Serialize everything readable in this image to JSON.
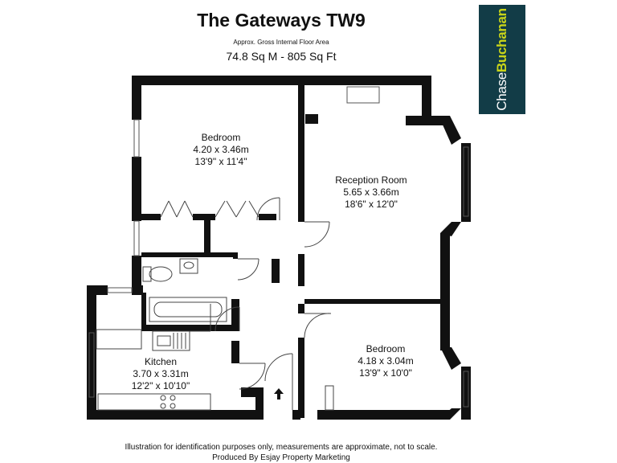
{
  "header": {
    "title": "The Gateways TW9",
    "subtitle": "Approx. Gross Internal Floor Area",
    "area": "74.8 Sq M - 805 Sq Ft"
  },
  "logo": {
    "part1": "Chase",
    "part2": "Buchanan"
  },
  "rooms": {
    "bedroom1": {
      "name": "Bedroom",
      "metric": "4.20 x 3.46m",
      "imperial": "13'9\" x 11'4\""
    },
    "reception": {
      "name": "Reception Room",
      "metric": "5.65 x 3.66m",
      "imperial": "18'6\" x 12'0\""
    },
    "kitchen": {
      "name": "Kitchen",
      "metric": "3.70 x 3.31m",
      "imperial": "12'2\" x 10'10\""
    },
    "bedroom2": {
      "name": "Bedroom",
      "metric": "4.18 x 3.04m",
      "imperial": "13'9\" x 10'0\""
    }
  },
  "footer": {
    "disclaimer": "Illustration for identification purposes only, measurements are approximate, not to scale.",
    "producer": "Produced By Esjay Property Marketing"
  },
  "colors": {
    "wall": "#111111",
    "logo_bg": "#123c47",
    "logo_accent": "#c8d419"
  }
}
